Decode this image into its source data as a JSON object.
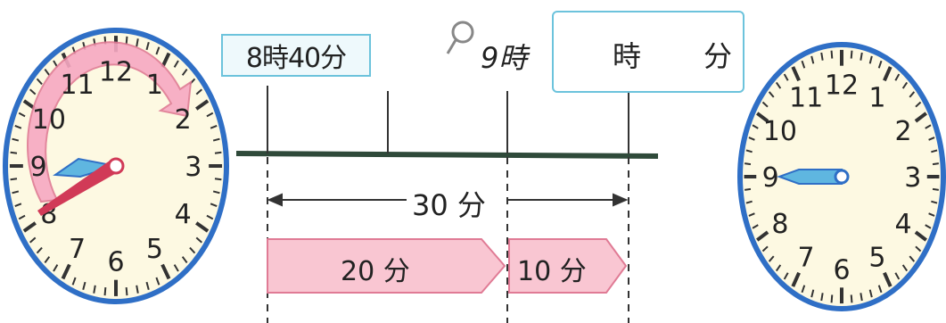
{
  "start_time": "8時40分",
  "next_hour": "9時",
  "answer_box": {
    "hour_unit": "時",
    "minute_unit": "分"
  },
  "total_span": "30 分",
  "segments": [
    "20 分",
    "10 分"
  ],
  "left_clock": {
    "numbers": [
      "12",
      "1",
      "2",
      "3",
      "4",
      "5",
      "6",
      "7",
      "8",
      "9",
      "10",
      "11"
    ],
    "hour": 8,
    "minute": 40
  },
  "right_clock": {
    "numbers": [
      "12",
      "1",
      "2",
      "3",
      "4",
      "5",
      "6",
      "7",
      "8",
      "9",
      "10",
      "11"
    ],
    "hour": 9,
    "minute": null
  },
  "colors": {
    "clock_rim": "#2f6fc6",
    "clock_face": "#fdf9e2",
    "minute_hand": "#d13a57",
    "hour_hand": "#5fb6e0",
    "arc_fill": "#f7a9c2",
    "segment_fill": "#f9c6d2",
    "segment_stroke": "#e07b95",
    "box_border": "#6cc3dc"
  },
  "icons": {
    "hint": "magnifier-icon"
  }
}
